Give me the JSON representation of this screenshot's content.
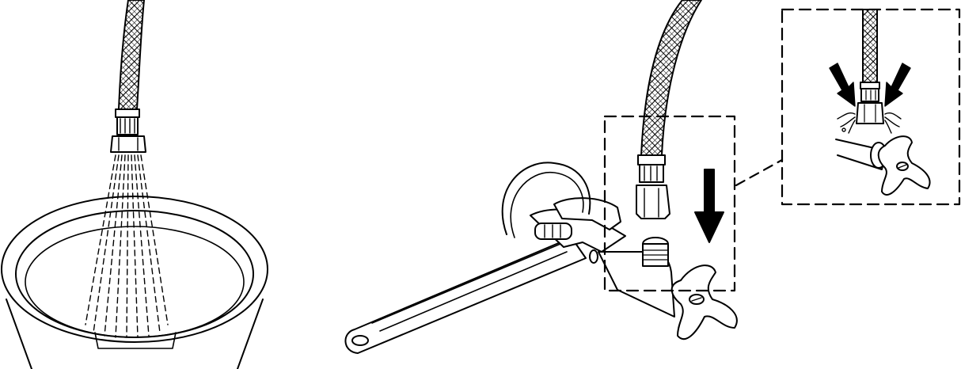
{
  "figure": {
    "panels": [
      {
        "id": "flush-into-bucket",
        "icons": [
          "supply-hose-icon",
          "compression-nut-icon",
          "water-spray-icon",
          "bucket-icon"
        ]
      },
      {
        "id": "connect-with-wrench",
        "icons": [
          "supply-hose-icon",
          "compression-nut-icon",
          "adjustable-wrench-icon",
          "shutoff-valve-icon",
          "down-arrow-icon"
        ]
      },
      {
        "id": "leak-check-detail",
        "icons": [
          "supply-hose-icon",
          "inward-arrow-icon",
          "leak-drip-icon",
          "shutoff-valve-icon"
        ]
      }
    ],
    "colors": {
      "line": "#000000",
      "fill": "#ffffff"
    }
  }
}
